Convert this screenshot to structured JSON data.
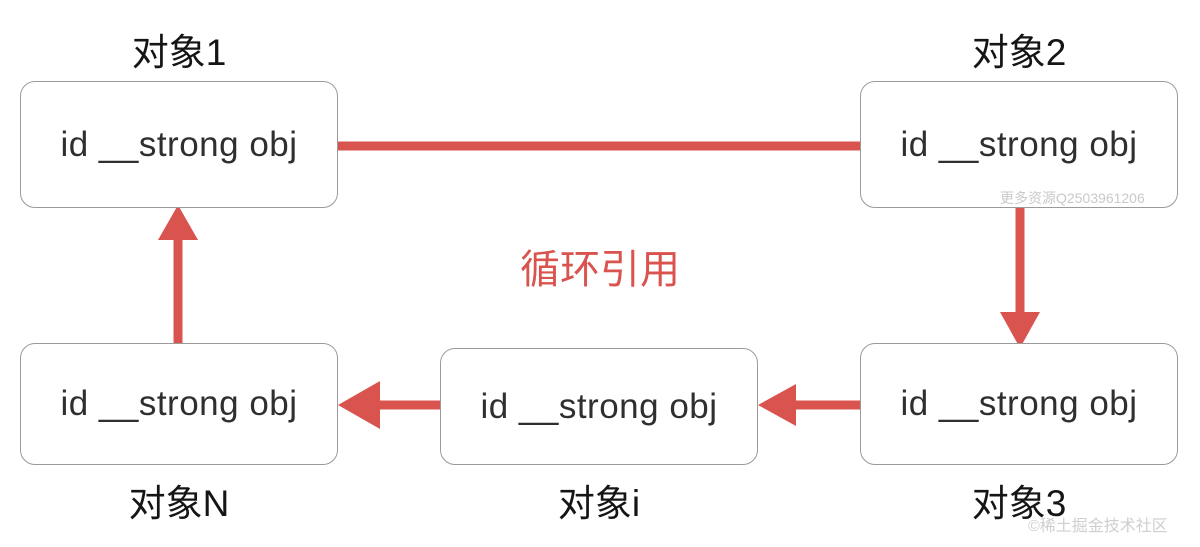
{
  "diagram": {
    "title_text": "循环引用",
    "node_body_text": "id __strong obj",
    "accent_color": "#D9534F",
    "node_border_color": "#9A9A9A",
    "node_text_color": "#2F2F2F",
    "background_color": "#FFFFFF",
    "nodes": [
      {
        "id": "obj1",
        "label": "对象1",
        "body": "id __strong obj",
        "label_position": "above"
      },
      {
        "id": "obj2",
        "label": "对象2",
        "body": "id __strong obj",
        "label_position": "above"
      },
      {
        "id": "obj3",
        "label": "对象3",
        "body": "id __strong obj",
        "label_position": "below"
      },
      {
        "id": "obji",
        "label": "对象i",
        "body": "id __strong obj",
        "label_position": "below"
      },
      {
        "id": "objN",
        "label": "对象N",
        "body": "id __strong obj",
        "label_position": "below"
      }
    ],
    "edges": [
      {
        "from": "obj1",
        "to": "obj2",
        "direction": "right"
      },
      {
        "from": "obj2",
        "to": "obj3",
        "direction": "down"
      },
      {
        "from": "obj3",
        "to": "obji",
        "direction": "left"
      },
      {
        "from": "obji",
        "to": "objN",
        "direction": "left"
      },
      {
        "from": "objN",
        "to": "obj1",
        "direction": "up"
      }
    ]
  },
  "watermarks": {
    "inner_box2": "更多资源Q2503961206",
    "corner": "©稀土掘金技术社区"
  }
}
